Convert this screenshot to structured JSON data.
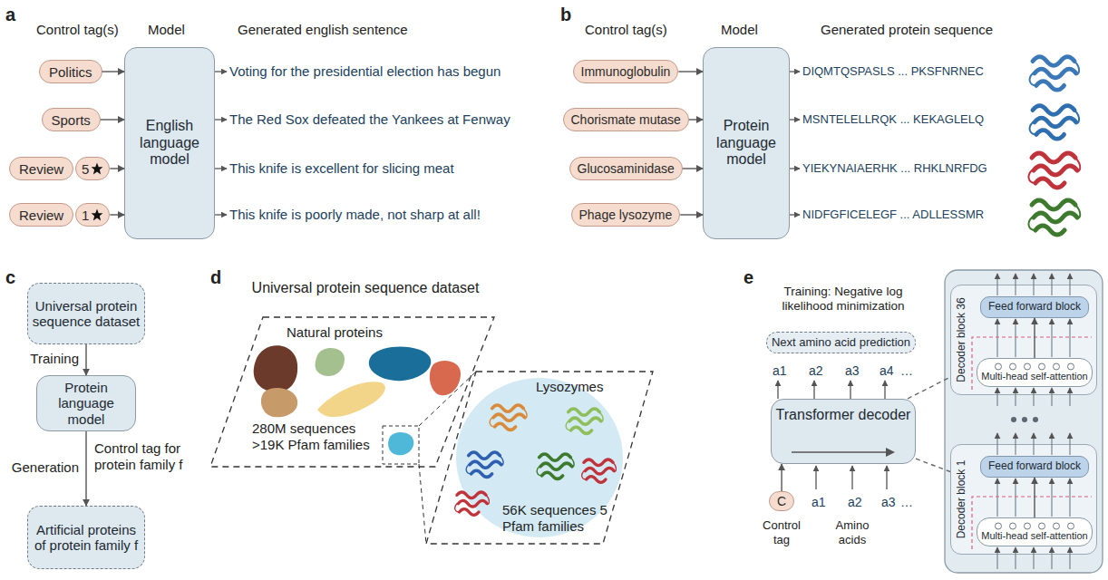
{
  "diagram": {
    "nodes": [
      {
        "text": [
          "Politics"
        ]
      },
      {
        "text": [
          "Sports"
        ]
      },
      {
        "text": [
          "Review"
        ]
      },
      {
        "text": [
          "5"
        ]
      },
      {
        "text": [
          "Review"
        ]
      },
      {
        "text": [
          "1"
        ]
      },
      {
        "text": [
          "English language model"
        ]
      },
      {
        "text": [
          "Immunoglobulin"
        ]
      },
      {
        "text": [
          "Chorismate mutase"
        ]
      },
      {
        "text": [
          "Glucosaminidase"
        ]
      },
      {
        "text": [
          "Phage lysozyme"
        ]
      },
      {
        "text": [
          "Protein language model"
        ]
      },
      {
        "text": [
          "Universal protein sequence dataset"
        ]
      },
      {
        "text": [
          "Protein language model"
        ]
      },
      {
        "text": [
          "Artificial proteins of protein family f"
        ]
      },
      {
        "text": [
          "Universal protein sequence dataset",
          "Natural proteins",
          "280M sequences >19K Pfam families"
        ]
      },
      {
        "text": [
          "Lysozymes",
          "56K sequences 5 Pfam families"
        ]
      },
      {
        "text": [
          "Next amino acid prediction"
        ]
      },
      {
        "text": [
          "Transformer decoder"
        ]
      },
      {
        "text": [
          "C"
        ]
      },
      {
        "text": [
          "Decoder block 36"
        ]
      },
      {
        "text": [
          "Feed forward block"
        ],
        "in": 20
      },
      {
        "text": [
          "Multi-head self-attention"
        ],
        "in": 20
      },
      {
        "text": [
          "Decoder block 1"
        ]
      },
      {
        "text": [
          "Feed forward block"
        ],
        "in": 23
      },
      {
        "text": [
          "Multi-head self-attention"
        ],
        "in": 23
      }
    ],
    "edges": [
      {
        "from": 0,
        "to": 6,
        "arrow": "to"
      },
      {
        "from": 1,
        "to": 6,
        "arrow": "to"
      },
      {
        "from": 3,
        "to": 6,
        "arrow": "to"
      },
      {
        "from": 5,
        "to": 6,
        "arrow": "to"
      },
      {
        "from": 7,
        "to": 11,
        "arrow": "to"
      },
      {
        "from": 8,
        "to": 11,
        "arrow": "to"
      },
      {
        "from": 9,
        "to": 11,
        "arrow": "to"
      },
      {
        "from": 10,
        "to": 11,
        "arrow": "to"
      },
      {
        "from": 12,
        "to": 13,
        "arrow": "to",
        "label": "Training"
      },
      {
        "from": 13,
        "to": 14,
        "arrow": "to",
        "label": "Generation"
      },
      {
        "from": 19,
        "to": 18,
        "arrow": "to"
      },
      {
        "from": 18,
        "to": 20,
        "arrow": "none"
      },
      {
        "from": 18,
        "to": 23,
        "arrow": "none"
      },
      {
        "from": 22,
        "to": 21,
        "arrow": "to"
      },
      {
        "from": 25,
        "to": 24,
        "arrow": "to"
      }
    ],
    "labels": [
      "a",
      "Control tag(s)",
      "Model",
      "Generated english sentence",
      "Voting for the presidential election has begun",
      "The Red Sox defeated the Yankees at Fenway",
      "This knife is excellent for slicing meat",
      "This knife is poorly made, not sharp at all!",
      "b",
      "Control tag(s)",
      "Model",
      "Generated protein sequence",
      "DIQMTQSPASLS ... PKSFNRNEC",
      "MSNTELELLRQK ... KEKAGLELQ",
      "YIEKYNAIAERHK ... RHKLNRFDG",
      "NIDFGFICELEGF ... ADLLESSMR",
      "c",
      "Control tag for protein family f",
      "d",
      "e",
      "Training: Negative log likelihood minimization",
      "a1",
      "a2",
      "a3",
      "a4",
      "…",
      "Control tag",
      "a1",
      "a2",
      "a3",
      "…",
      "Amino acids"
    ]
  }
}
